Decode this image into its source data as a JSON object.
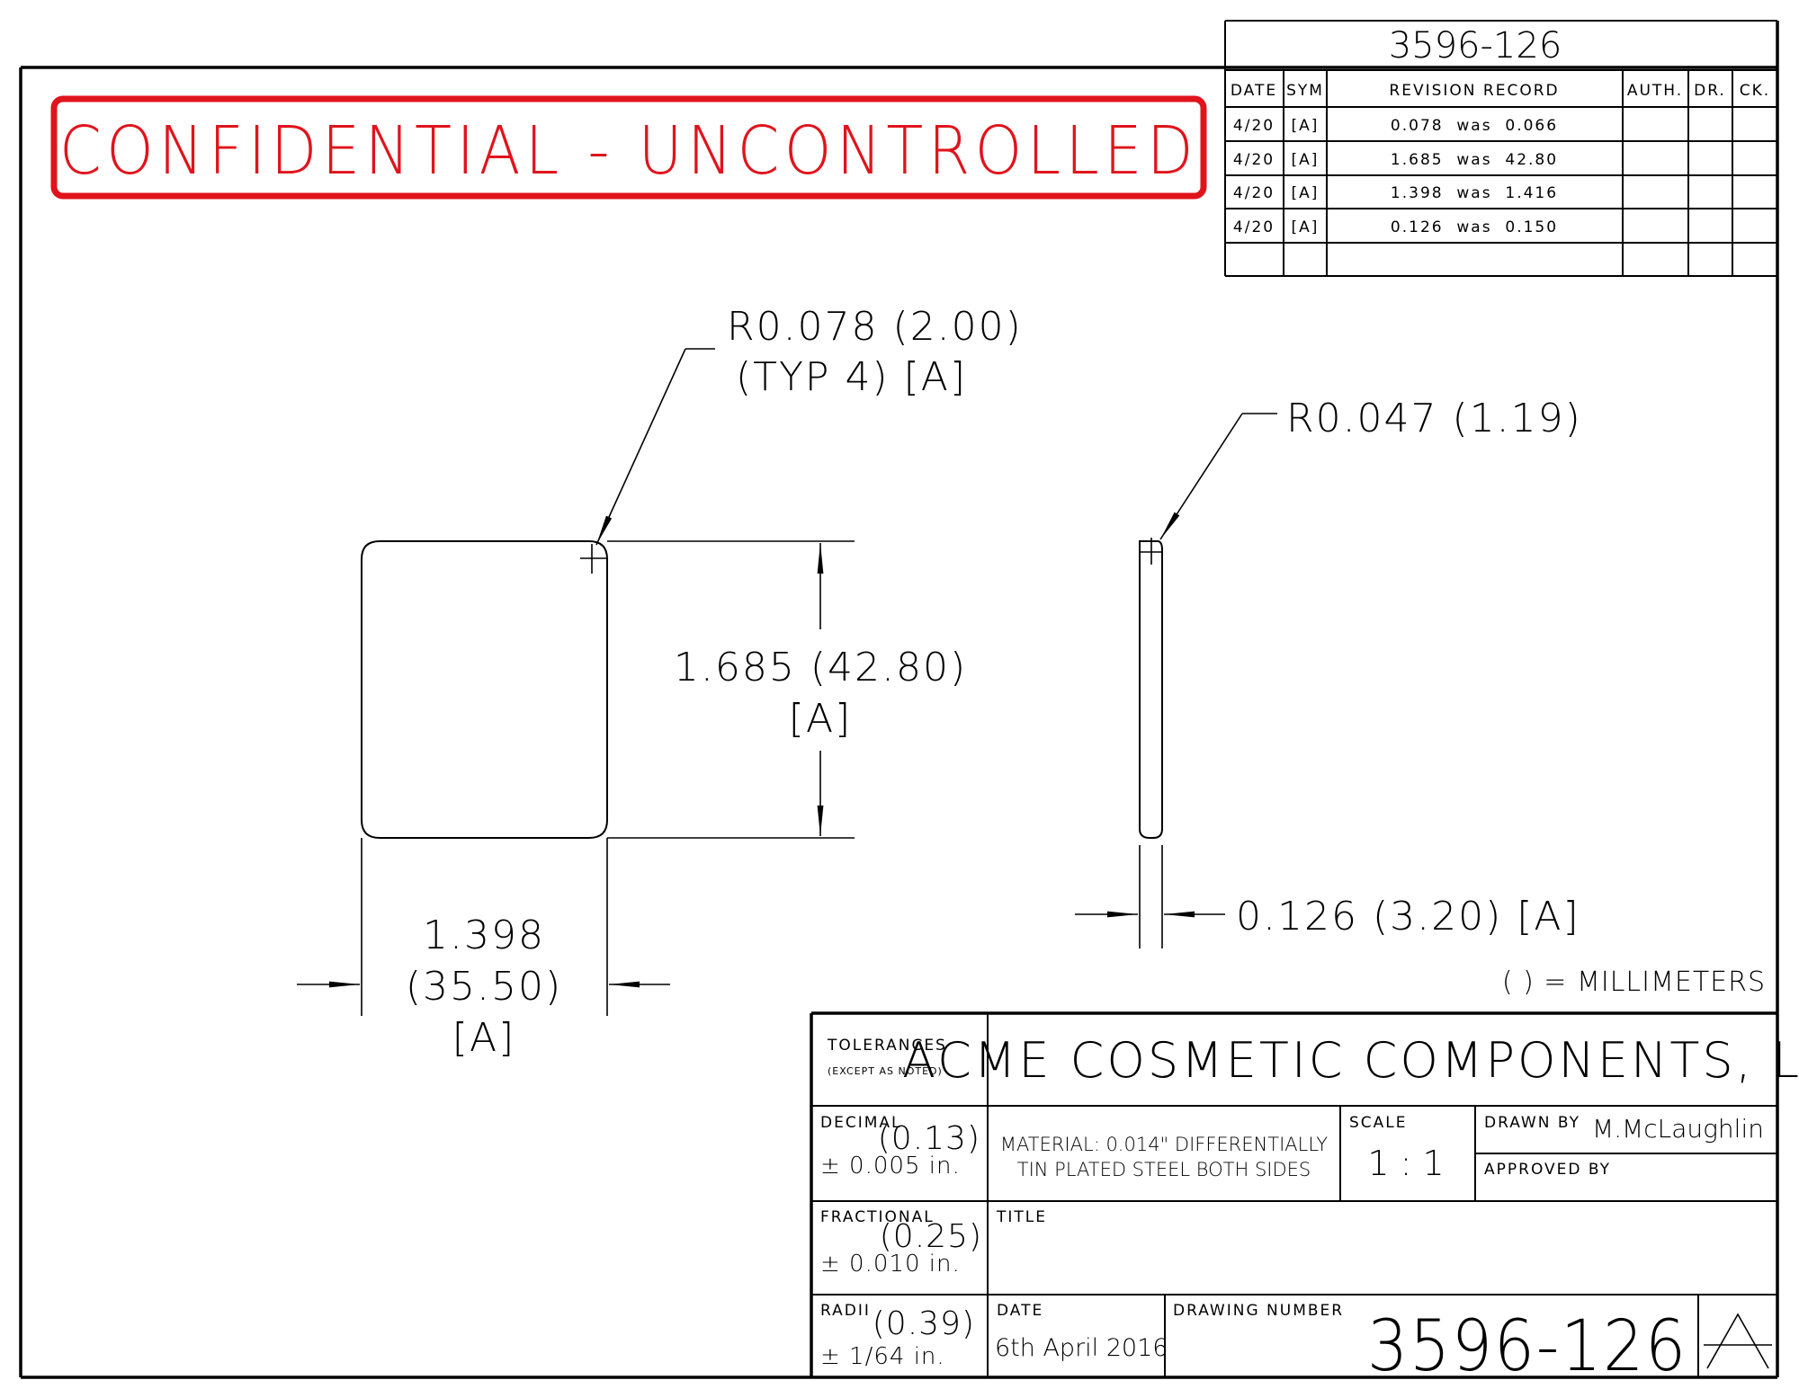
{
  "header_drawing_number": "3596-126",
  "confidential_banner": "CONFIDENTIAL - UNCONTROLLED",
  "revision_table": {
    "headers": [
      "DATE",
      "SYM",
      "REVISION RECORD",
      "AUTH.",
      "DR.",
      "CK."
    ],
    "rows": [
      {
        "date": "4/20",
        "sym": "[A]",
        "record": "0.078  was  0.066"
      },
      {
        "date": "4/20",
        "sym": "[A]",
        "record": "1.685  was  42.80"
      },
      {
        "date": "4/20",
        "sym": "[A]",
        "record": "1.398  was  1.416"
      },
      {
        "date": "4/20",
        "sym": "[A]",
        "record": "0.126  was  0.150"
      }
    ]
  },
  "dimensions": {
    "corner_radius_line1": "R0.078 (2.00)",
    "corner_radius_line2": "(TYP 4) [A]",
    "height_value": "1.685 (42.80)",
    "height_rev": "[A]",
    "width_value": "1.398",
    "width_mm": "(35.50)",
    "width_rev": "[A]",
    "edge_radius": "R0.047 (1.19)",
    "thickness": "0.126 (3.20) [A]"
  },
  "units_note": "( ) = MILLIMETERS",
  "title_block": {
    "tolerances_label": "TOLERANCES",
    "tolerances_sub": "(EXCEPT AS NOTED)",
    "company": "ACME COSMETIC COMPONENTS, LLC",
    "decimal_label": "DECIMAL",
    "decimal_mm": "(0.13)",
    "decimal_value": "± 0.005 in.",
    "fractional_label": "FRACTIONAL",
    "fractional_mm": "(0.25)",
    "fractional_value": "± 0.010 in.",
    "radii_label": "RADII",
    "radii_mm": "(0.39)",
    "radii_value": "± 1/64 in.",
    "material_line1": "MATERIAL: 0.014\" DIFFERENTIALLY",
    "material_line2": "TIN PLATED STEEL BOTH SIDES",
    "scale_label": "SCALE",
    "scale_value": "1 : 1",
    "drawn_by_label": "DRAWN BY",
    "drawn_by_value": "M.McLaughlin",
    "approved_by_label": "APPROVED BY",
    "title_label": "TITLE",
    "date_label": "DATE",
    "date_value": "6th April 2016",
    "drawing_number_label": "DRAWING NUMBER",
    "drawing_number_value": "3596-126",
    "revision_letter": "A"
  }
}
